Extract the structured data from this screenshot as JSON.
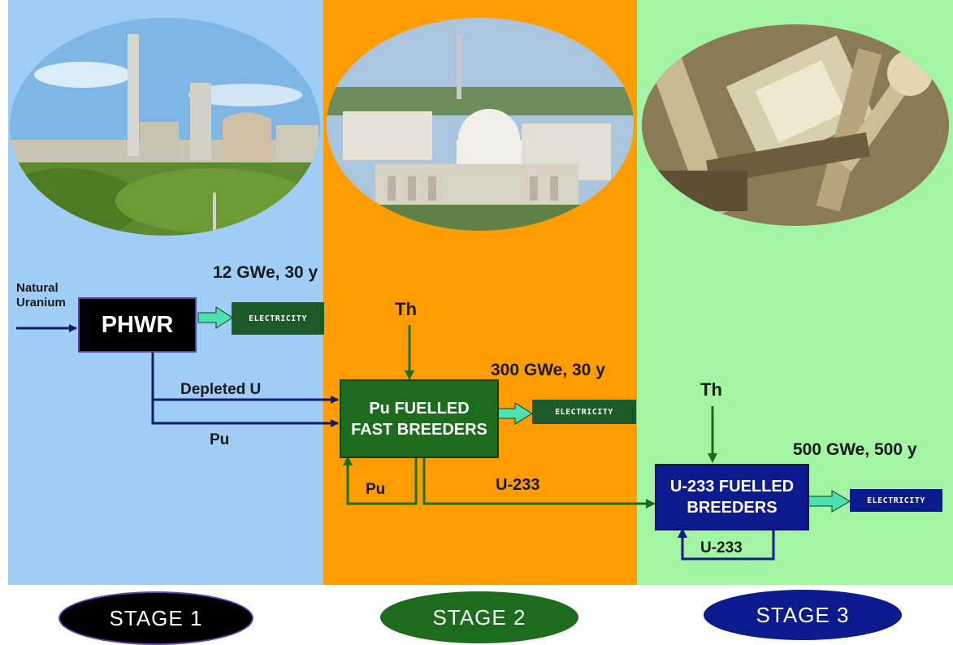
{
  "stages": [
    {
      "label": "STAGE 1",
      "color": "#000000",
      "panel_color": "#9fcdf5"
    },
    {
      "label": "STAGE 2",
      "color": "#1d6b1d",
      "panel_color": "#ff9c00"
    },
    {
      "label": "STAGE 3",
      "color": "#0b1a8c",
      "panel_color": "#a3f5a3"
    }
  ],
  "stage1": {
    "input_label_line1": "Natural",
    "input_label_line2": "Uranium",
    "reactor": "PHWR",
    "capacity": "12 GWe, 30 y",
    "output": "ELECTRICITY",
    "flow_depleted": "Depleted U",
    "flow_pu": "Pu"
  },
  "stage2": {
    "input": "Th",
    "reactor_line1": "Pu FUELLED",
    "reactor_line2": "FAST BREEDERS",
    "capacity": "300 GWe, 30 y",
    "output": "ELECTRICITY",
    "recycle": "Pu",
    "flow_u233": "U-233"
  },
  "stage3": {
    "input": "Th",
    "reactor_line1": "U-233 FUELLED",
    "reactor_line2": "BREEDERS",
    "capacity": "500 GWe, 500 y",
    "output": "ELECTRICITY",
    "recycle": "U-233"
  },
  "colors": {
    "stage1_box": "#000000",
    "stage2_box": "#1d6b1d",
    "stage3_box": "#0b1a8c",
    "electricity_box": "#1d5a2a",
    "arrow_teal": "#4fe0b0"
  }
}
